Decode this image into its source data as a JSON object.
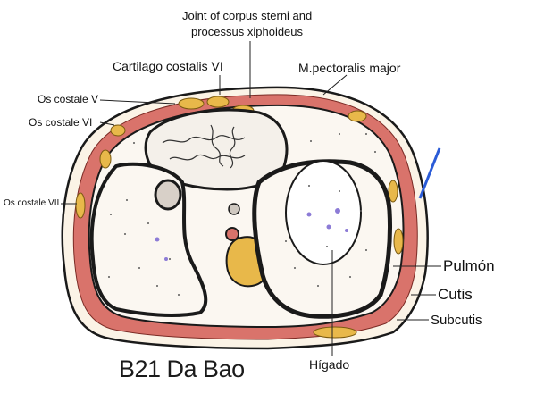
{
  "title": "B21 Da Bao",
  "labels": {
    "joint_line1": "Joint of corpus sterni and",
    "joint_line2": "processus xiphoideus",
    "cartilago": "Cartilago costalis VI",
    "pectoralis": "M.pectoralis major",
    "os_costale_v": "Os costale V",
    "os_costale_vi": "Os costale VI",
    "os_costale_vii": "Os costale VII",
    "pulmon": "Pulmón",
    "cutis": "Cutis",
    "subcutis": "Subcutis",
    "higado": "Hígado"
  },
  "colors": {
    "muscle": "#d9736b",
    "fat": "#e8b84a",
    "outline": "#1a1a1a",
    "tissue": "#fbf7f1",
    "needle": "#2a5bd7"
  }
}
